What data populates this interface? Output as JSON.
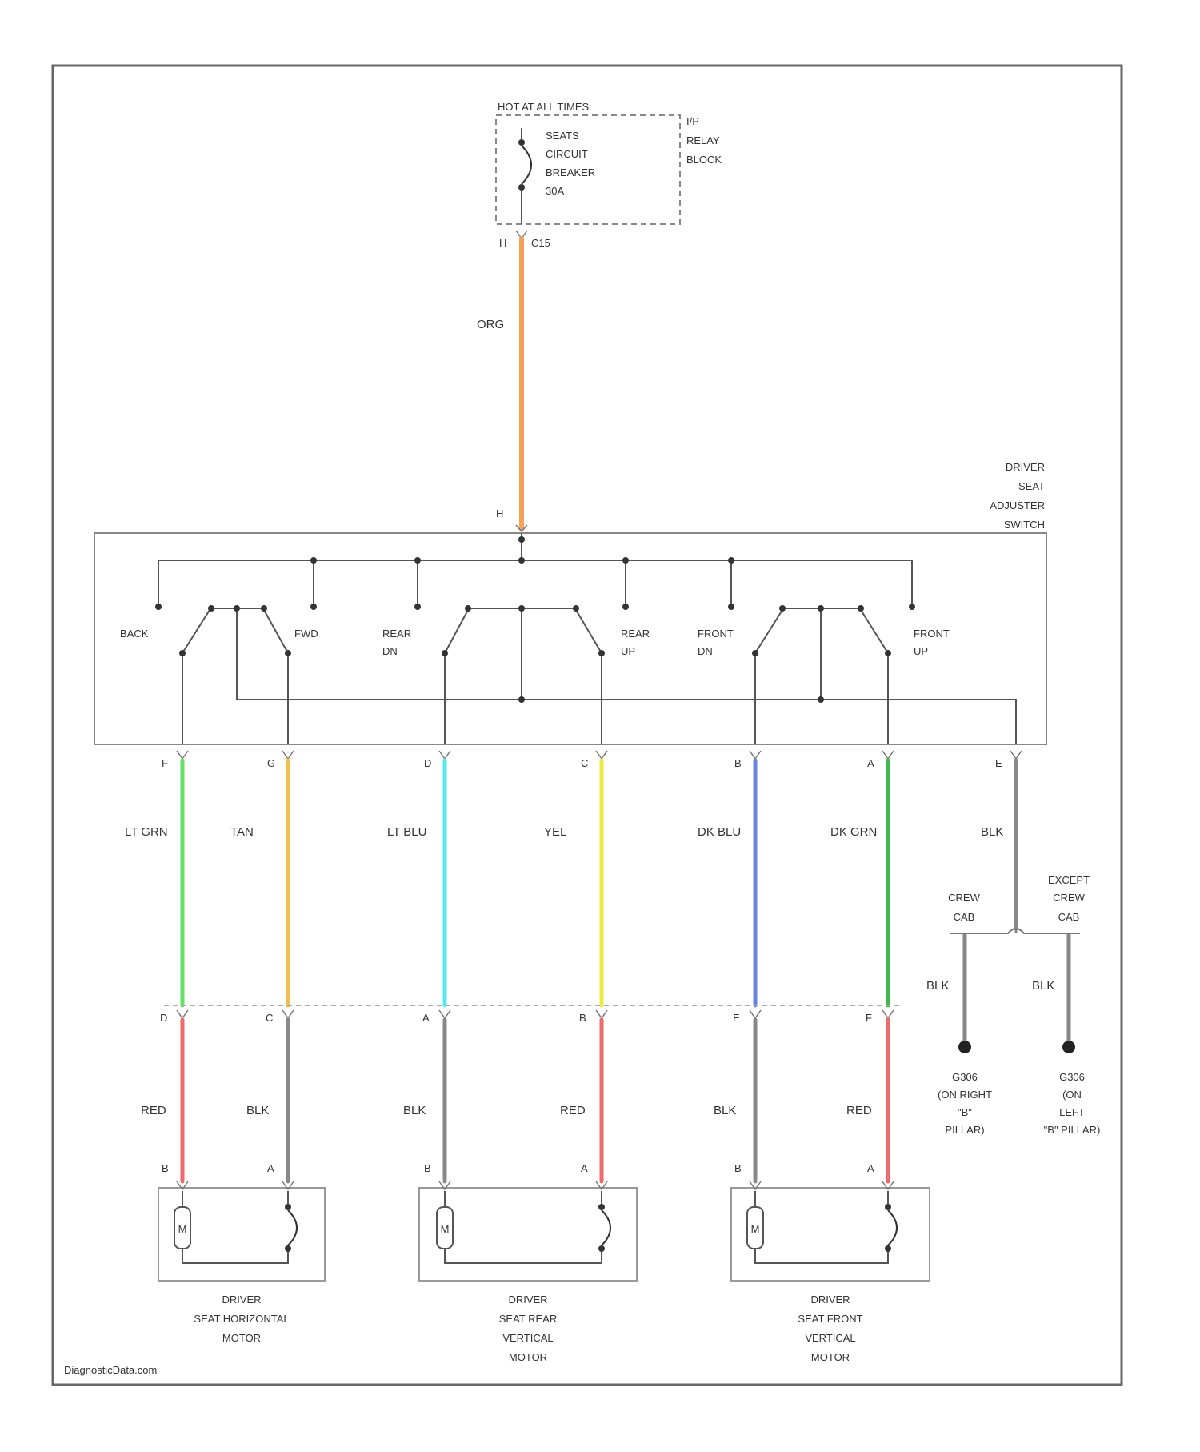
{
  "relay_block": {
    "hot_label": "HOT AT ALL TIMES",
    "name_lines": [
      "I/P",
      "RELAY",
      "BLOCK"
    ],
    "breaker_lines": [
      "SEATS",
      "CIRCUIT",
      "BREAKER",
      "30A"
    ],
    "pin": "H",
    "connector": "C15"
  },
  "supply_wire": {
    "color_label": "ORG",
    "color": "#f6a15a"
  },
  "switch": {
    "name_lines": [
      "DRIVER",
      "SEAT",
      "ADJUSTER",
      "SWITCH"
    ],
    "input_pin": "H",
    "positions": {
      "back": "BACK",
      "fwd": "FWD",
      "rear_dn": [
        "REAR",
        "DN"
      ],
      "rear_up": [
        "REAR",
        "UP"
      ],
      "front_dn": [
        "FRONT",
        "DN"
      ],
      "front_up": [
        "FRONT",
        "UP"
      ]
    },
    "output_pins": [
      "F",
      "G",
      "D",
      "C",
      "B",
      "A",
      "E"
    ]
  },
  "upper_wires": [
    {
      "label": "LT GRN",
      "color": "#66e066"
    },
    {
      "label": "TAN",
      "color": "#f0c050"
    },
    {
      "label": "LT BLU",
      "color": "#55e8ee"
    },
    {
      "label": "YEL",
      "color": "#ecec40"
    },
    {
      "label": "DK BLU",
      "color": "#6a82dc"
    },
    {
      "label": "DK GRN",
      "color": "#40b84a"
    },
    {
      "label": "BLK",
      "color": "#888888"
    }
  ],
  "connector_pins": [
    "D",
    "C",
    "A",
    "B",
    "E",
    "F"
  ],
  "lower_wires": [
    {
      "label": "RED",
      "color": "#ef6a6a"
    },
    {
      "label": "BLK",
      "color": "#888888"
    },
    {
      "label": "BLK",
      "color": "#888888"
    },
    {
      "label": "RED",
      "color": "#ef6a6a"
    },
    {
      "label": "BLK",
      "color": "#888888"
    },
    {
      "label": "RED",
      "color": "#ef6a6a"
    }
  ],
  "ground_branch": {
    "left_label": [
      "CREW",
      "CAB"
    ],
    "right_label": [
      "EXCEPT",
      "CREW",
      "CAB"
    ],
    "left_wire": "BLK",
    "right_wire": "BLK",
    "left_ground": [
      "G306",
      "(ON RIGHT",
      "\"B\"",
      "PILLAR)"
    ],
    "right_ground": [
      "G306",
      "(ON",
      "LEFT",
      "\"B\" PILLAR)"
    ]
  },
  "motors": [
    {
      "pins": [
        "B",
        "A"
      ],
      "name": [
        "DRIVER",
        "SEAT HORIZONTAL",
        "MOTOR"
      ]
    },
    {
      "pins": [
        "B",
        "A"
      ],
      "name": [
        "DRIVER",
        "SEAT REAR",
        "VERTICAL",
        "MOTOR"
      ]
    },
    {
      "pins": [
        "B",
        "A"
      ],
      "name": [
        "DRIVER",
        "SEAT FRONT",
        "VERTICAL",
        "MOTOR"
      ]
    }
  ],
  "motor_symbol": "M",
  "footer": "DiagnosticData.com"
}
